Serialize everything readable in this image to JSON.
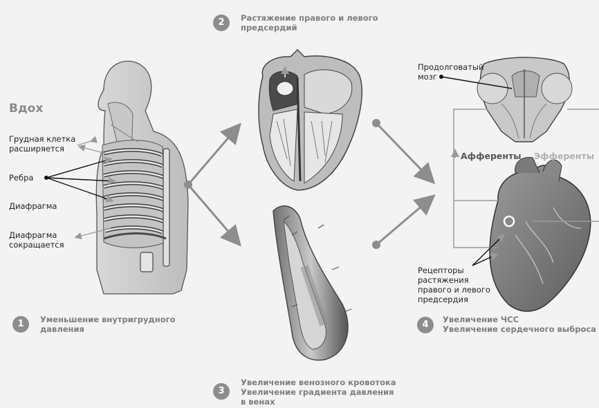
{
  "inhale": {
    "title": "Вдох",
    "chest_expands": "Грудная клетка\nрасширяется",
    "ribs": "Ребра",
    "diaphragm": "Диафрагма",
    "diaphragm_contracts": "Диафрагма\nсокращается"
  },
  "steps": [
    {
      "number": "1",
      "text": "Уменьшение внутригрудного\nдавления"
    },
    {
      "number": "2",
      "text": "Растяжение правого и левого\nпредсердий"
    },
    {
      "number": "3",
      "text": "Увеличение венозного кровотока\nУвеличение градиента давления\nв венах"
    },
    {
      "number": "4",
      "text": "Увеличение ЧСС\nУвеличение сердечного выброса"
    }
  ],
  "brain": {
    "label": "Продолговатый\nмозг"
  },
  "reflex": {
    "afferents": "Афференты",
    "efferents": "Эфференты"
  },
  "receptors": {
    "label": "Рецепторы\nрастяжения\nправого и левого\nпредсердия"
  }
}
